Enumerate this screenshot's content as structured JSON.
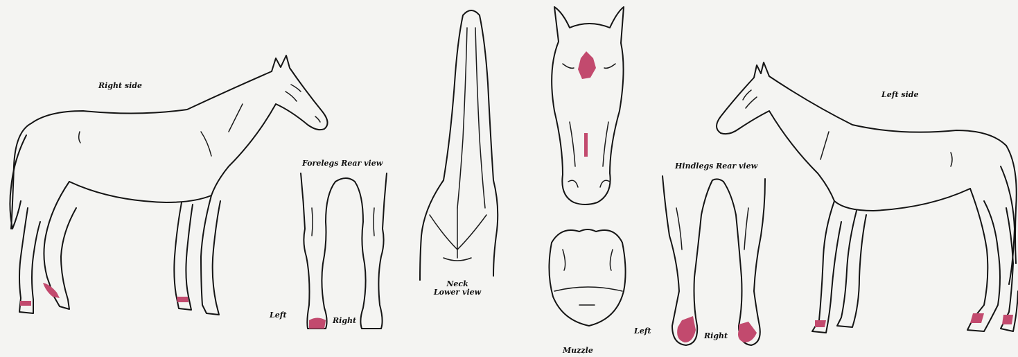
{
  "labels": {
    "right_side": "Right side",
    "forelegs_rear_view": "Forelegs Rear view",
    "fore_left": "Left",
    "fore_right": "Right",
    "neck": "Neck",
    "lower_view": "Lower view",
    "muzzle": "Muzzle",
    "hindlegs_rear_view": "Hindlegs Rear view",
    "hind_left": "Left",
    "hind_right": "Right",
    "left_side": "Left side"
  },
  "colors": {
    "background": "#f4f4f2",
    "outline": "#141414",
    "marking": "#c24a6e"
  }
}
